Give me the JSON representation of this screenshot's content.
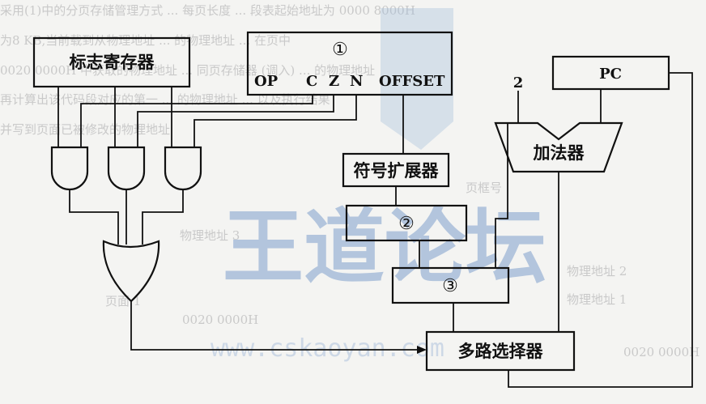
{
  "background_fragments": [
    "采用(1)中的分页存储管理方式 ... 每页长度 ... 段表起始地址为 0000 8000H",
    "为8 KB,当前载到从物理地址 ... 的物理地址 ... 在页中",
    "0020 0000H 中获取的物理地址 ... 同页存储器 (调入) ... 的物理地址",
    "再计算出该代码段对应的第一 ... 的物理地址 ... 以及执行结果",
    "并写到页面已被修改的物理地址",
    "物理地址 3",
    "0020 0000H",
    "物理地址 2",
    "物理地址 1",
    "页框号",
    "页面 1",
    "0020 0000H"
  ],
  "watermark": {
    "text": "王道论坛",
    "url": "www.cskaoyan.com"
  },
  "diagram": {
    "flag_register": "标志寄存器",
    "instr_register": {
      "marker": "①",
      "fields": [
        "OP",
        "C",
        "Z",
        "N",
        "OFFSET"
      ]
    },
    "sign_extender": "符号扩展器",
    "box2_marker": "②",
    "box3_marker": "③",
    "adder": "加法器",
    "pc": "PC",
    "const_input": "2",
    "mux": "多路选择器"
  }
}
